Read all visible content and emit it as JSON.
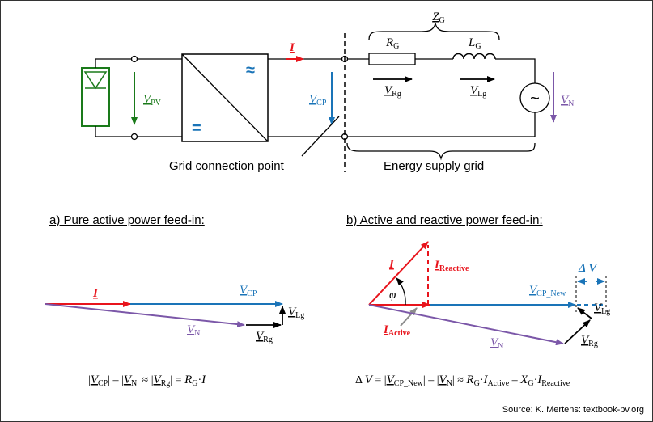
{
  "colors": {
    "current": "#e8141c",
    "voltage_cp": "#1a74b8",
    "voltage_pv": "#1a7a1a",
    "voltage_n": "#7b57a8",
    "black": "#000000",
    "grey_arrow": "#8c8c8c"
  },
  "icons": {
    "pv_module": "solar-panel-icon",
    "inverter_ac": "approx-symbol-icon",
    "inverter_dc": "equals-symbol-icon",
    "grid_source": "ac-source-icon"
  },
  "circuit": {
    "current_label": "I",
    "v_pv": {
      "main": "V",
      "sub": "PV"
    },
    "v_cp": {
      "main": "V",
      "sub": "CP"
    },
    "v_n": {
      "main": "V",
      "sub": "N"
    },
    "impedance": {
      "main": "Z",
      "sub": "G"
    },
    "resistor": {
      "main": "R",
      "sub": "G"
    },
    "inductor": {
      "main": "L",
      "sub": "G"
    },
    "v_rg": {
      "main": "V",
      "sub": "Rg"
    },
    "v_lg": {
      "main": "V",
      "sub": "Lg"
    },
    "inverter_ac_symbol": "≈",
    "inverter_dc_symbol": "=",
    "ac_source_symbol": "~",
    "grid_connection_label": "Grid connection point",
    "energy_grid_label": "Energy supply grid"
  },
  "diagram_a": {
    "heading": "a) Pure active power feed-in:",
    "i_label": "I",
    "v_cp": {
      "main": "V",
      "sub": "CP"
    },
    "v_n": {
      "main": "V",
      "sub": "N"
    },
    "v_lg": {
      "main": "V",
      "sub": "Lg"
    },
    "v_rg": {
      "main": "V",
      "sub": "Rg"
    },
    "equation": {
      "p1": "|",
      "v1": "V",
      "s1": "CP",
      "p2": "| – |",
      "v2": "V",
      "s2": "N",
      "p3": "| ≈ |",
      "v3": "V",
      "s3": "Rg",
      "p4": "| = ",
      "r": "R",
      "rs": "G",
      "dot": "·",
      "i": "I"
    }
  },
  "diagram_b": {
    "heading": "b) Active and reactive power feed-in:",
    "i_label": "I",
    "phi": "φ",
    "i_reactive": {
      "main": "I",
      "sub": "Reactive"
    },
    "i_active": {
      "main": "I",
      "sub": "Active"
    },
    "v_cp_new": {
      "main": "V",
      "sub": "CP_New"
    },
    "delta_v": "Δ V",
    "v_n": {
      "main": "V",
      "sub": "N"
    },
    "v_lg": {
      "main": "V",
      "sub": "Lg"
    },
    "v_rg": {
      "main": "V",
      "sub": "Rg"
    },
    "equation": {
      "d": "Δ ",
      "dv": "V",
      "p1": " = |",
      "v1": "V",
      "s1": "CP_New",
      "p2": "| – |",
      "v2": "V",
      "s2": "N",
      "p3": "| ≈ ",
      "r": "R",
      "rs": "G",
      "dot1": "·",
      "i1": "I",
      "is1": "Active",
      "minus": " – ",
      "x": "X",
      "xs": "G",
      "dot2": "·",
      "i2": "I",
      "is2": "Reactive"
    }
  },
  "source_credit": "Source: K. Mertens: textbook-pv.org"
}
